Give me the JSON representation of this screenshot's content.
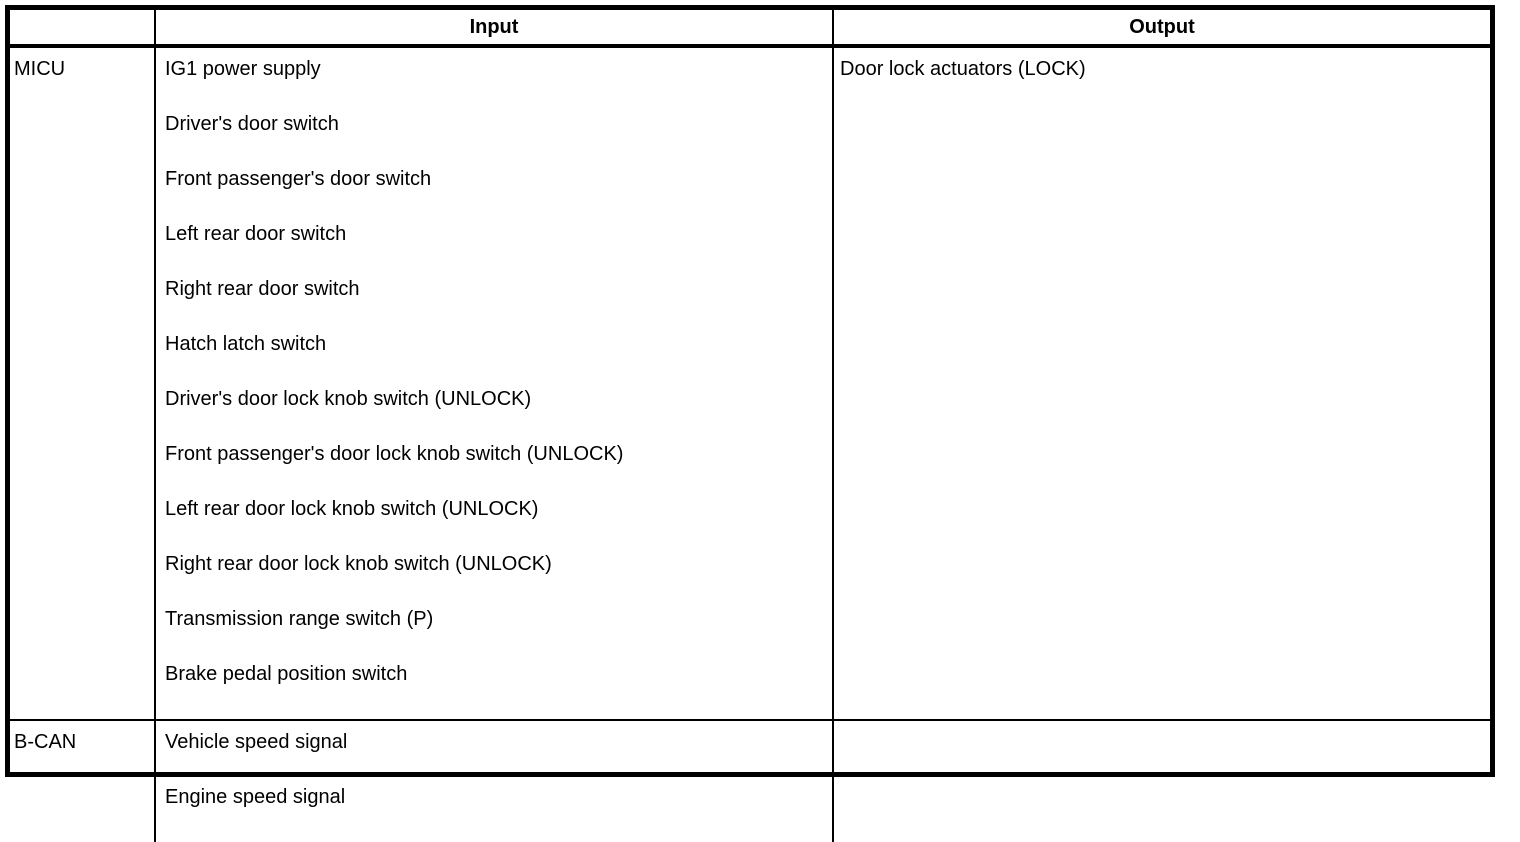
{
  "document": {
    "type": "signal-table",
    "title": "",
    "colors": {
      "text": "#000000",
      "background": "#ffffff",
      "border": "#000000"
    }
  },
  "table": {
    "columns": [
      {
        "key": "system",
        "label": ""
      },
      {
        "key": "input",
        "label": "Input"
      },
      {
        "key": "output",
        "label": "Output"
      }
    ],
    "rows": [
      {
        "system": "MICU",
        "inputs": [
          "IG1 power supply",
          "Driver's door switch",
          "Front passenger's door switch",
          "Left rear door switch",
          "Right rear door switch",
          "Hatch latch switch",
          "Driver's door lock knob switch (UNLOCK)",
          "Front passenger's door lock knob switch (UNLOCK)",
          "Left rear door lock knob switch (UNLOCK)",
          "Right rear door lock knob switch (UNLOCK)",
          "Transmission range switch (P)",
          "Brake pedal position switch"
        ],
        "outputs": [
          "Door lock actuators (LOCK)"
        ]
      },
      {
        "system": "B-CAN",
        "inputs": [
          "Vehicle speed signal",
          "Engine speed signal"
        ],
        "outputs": []
      }
    ]
  }
}
